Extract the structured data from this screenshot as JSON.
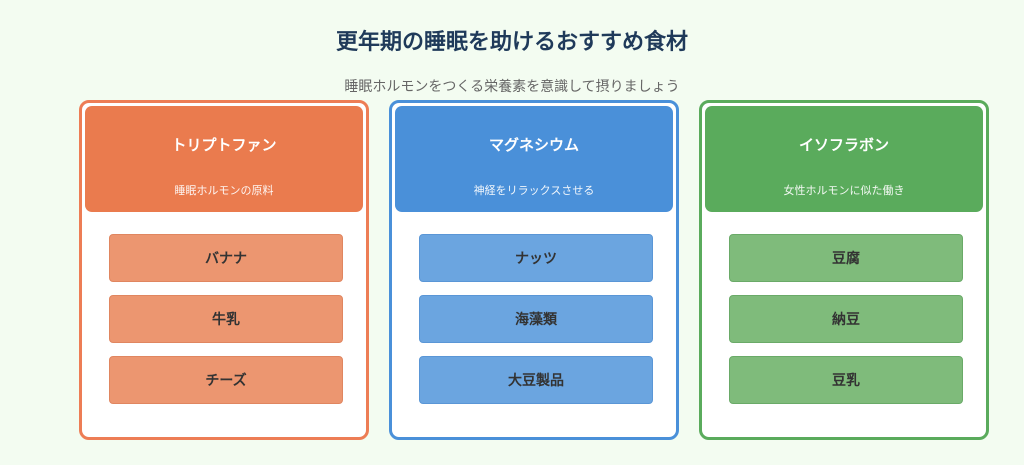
{
  "page": {
    "title": "更年期の睡眠を助けるおすすめ食材",
    "subtitle": "睡眠ホルモンをつくる栄養素を意識して摂りましょう"
  },
  "cards": [
    {
      "name": "トリプトファン",
      "description": "睡眠ホルモンの原料",
      "colors": {
        "border": "#ed7d55",
        "header": "#ea7b4e",
        "item": "#ec9670",
        "item_border": "#e08660"
      },
      "foods": [
        "バナナ",
        "牛乳",
        "チーズ"
      ]
    },
    {
      "name": "マグネシウム",
      "description": "神経をリラックスさせる",
      "colors": {
        "border": "#4a90d9",
        "header": "#4a90d9",
        "item": "#6ba5e0",
        "item_border": "#5a96d6"
      },
      "foods": [
        "ナッツ",
        "海藻類",
        "大豆製品"
      ]
    },
    {
      "name": "イソフラボン",
      "description": "女性ホルモンに似た働き",
      "colors": {
        "border": "#5aab5c",
        "header": "#5aab5c",
        "item": "#7fbb7b",
        "item_border": "#6aaa68"
      },
      "foods": [
        "豆腐",
        "納豆",
        "豆乳"
      ]
    }
  ]
}
